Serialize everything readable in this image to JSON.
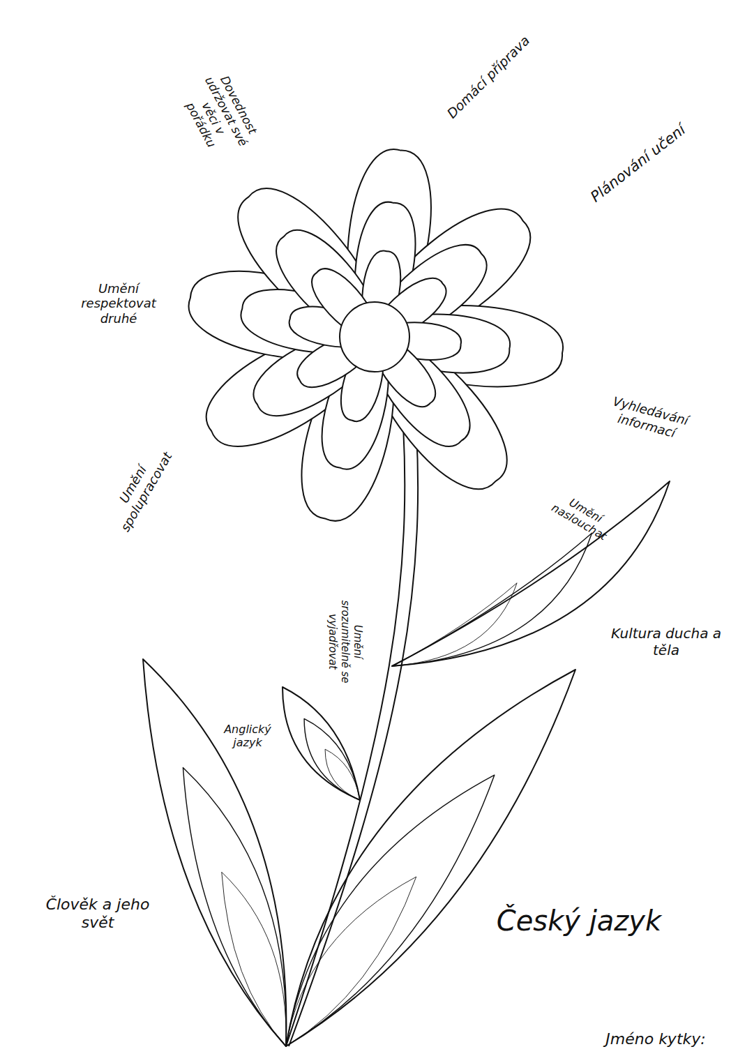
{
  "diagram": {
    "labels": [
      "Dovednost udržovat své věci v pořádku",
      "Domácí příprava",
      "Plánování učení",
      "Umění respektovat druhé",
      "Vyhledávání informací",
      "Umění naslouchat",
      "Umění spolupracovat",
      "Umění srozumitelně se vyjadřovat",
      "Kultura ducha a těla",
      "Anglický jazyk",
      "Člověk a jeho svět",
      "Český jazyk",
      "Jméno kytky:"
    ]
  }
}
